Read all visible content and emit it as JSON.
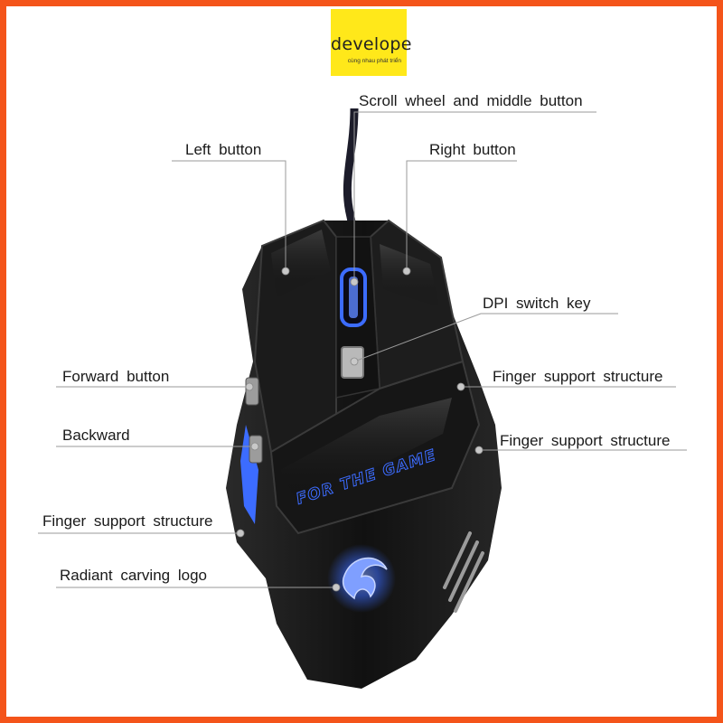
{
  "brand": {
    "name": "develope",
    "tagline": "cùng nhau phát triển"
  },
  "mouse_text": "FOR THE GAME",
  "labels": {
    "scroll": "Scroll wheel and middle button",
    "left": "Left button",
    "right": "Right button",
    "dpi": "DPI switch key",
    "forward": "Forward button",
    "finger_right_1": "Finger support structure",
    "backward": "Backward",
    "finger_right_2": "Finger support structure",
    "finger_left": "Finger support structure",
    "logo": "Radiant carving logo"
  },
  "colors": {
    "border": "#f4541a",
    "brand_bg": "#ffe81a",
    "mouse_body": "#141414",
    "led": "#3c6cff",
    "leader": "#9a9a9a"
  }
}
